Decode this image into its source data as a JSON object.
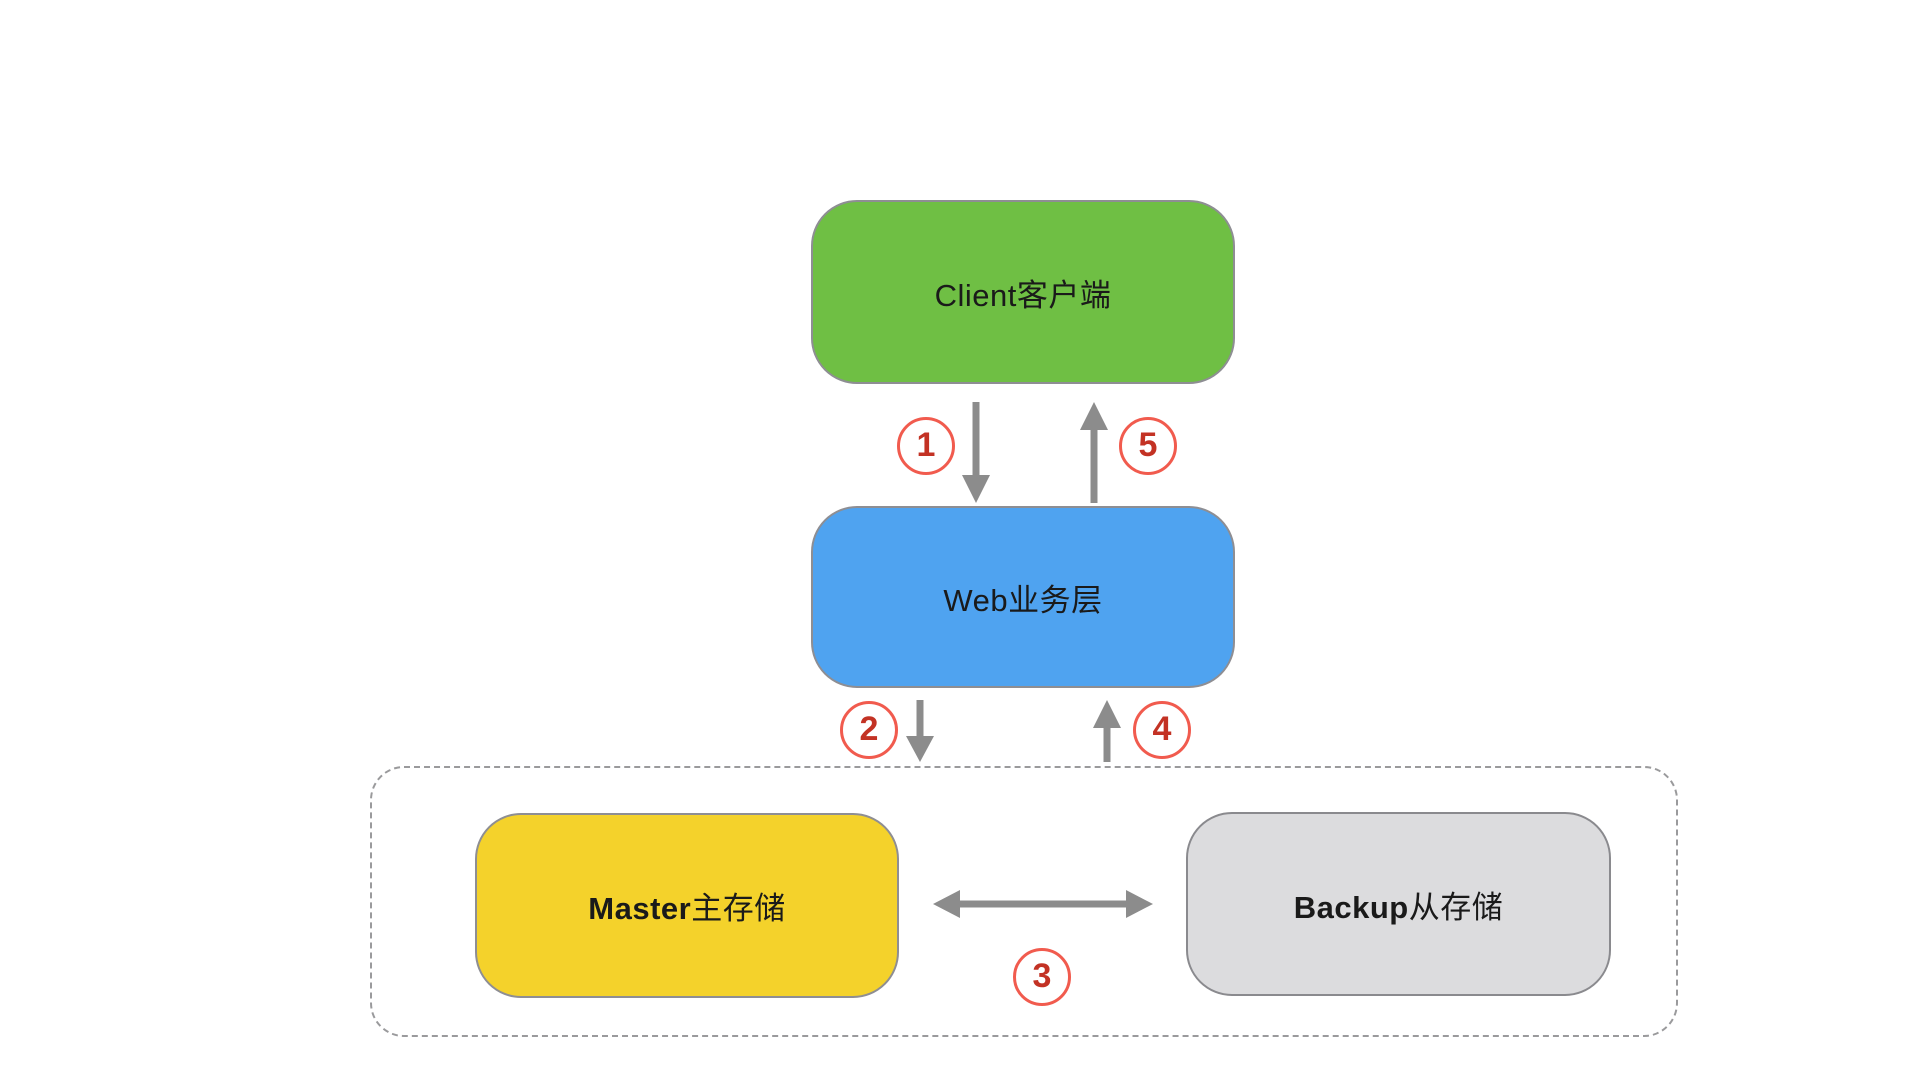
{
  "page": {
    "background": "#ffffff"
  },
  "diagram": {
    "nodes": {
      "client": {
        "label": "Client客户端",
        "fill": "#6FBF44",
        "border_color": "#8E8E93"
      },
      "web": {
        "label": "Web业务层",
        "fill": "#4FA3F0",
        "border_color": "#8E8E93"
      },
      "master": {
        "label_bold": "Master",
        "label_cjk": "主存储",
        "fill": "#F4D22B",
        "border_color": "#8E8E93"
      },
      "backup": {
        "label_bold": "Backup",
        "label_cjk": "从存储",
        "fill": "#DCDCDE",
        "border_color": "#8A8A8E"
      }
    },
    "badges": [
      {
        "number": "1"
      },
      {
        "number": "2"
      },
      {
        "number": "3"
      },
      {
        "number": "4"
      },
      {
        "number": "5"
      }
    ],
    "arrows": [
      {
        "step": "1",
        "from": "client",
        "to": "web",
        "direction": "down"
      },
      {
        "step": "2",
        "from": "web",
        "to": "storage",
        "direction": "down"
      },
      {
        "step": "3",
        "from": "master",
        "to": "backup",
        "direction": "both"
      },
      {
        "step": "4",
        "from": "storage",
        "to": "web",
        "direction": "up"
      },
      {
        "step": "5",
        "from": "web",
        "to": "client",
        "direction": "up"
      }
    ],
    "colors": {
      "arrow": "#8C8C8C",
      "badge_border": "#F15B4E",
      "badge_number": "#C33224",
      "group_border": "#9A9A9C",
      "label_text": "#1A1A1A"
    }
  }
}
